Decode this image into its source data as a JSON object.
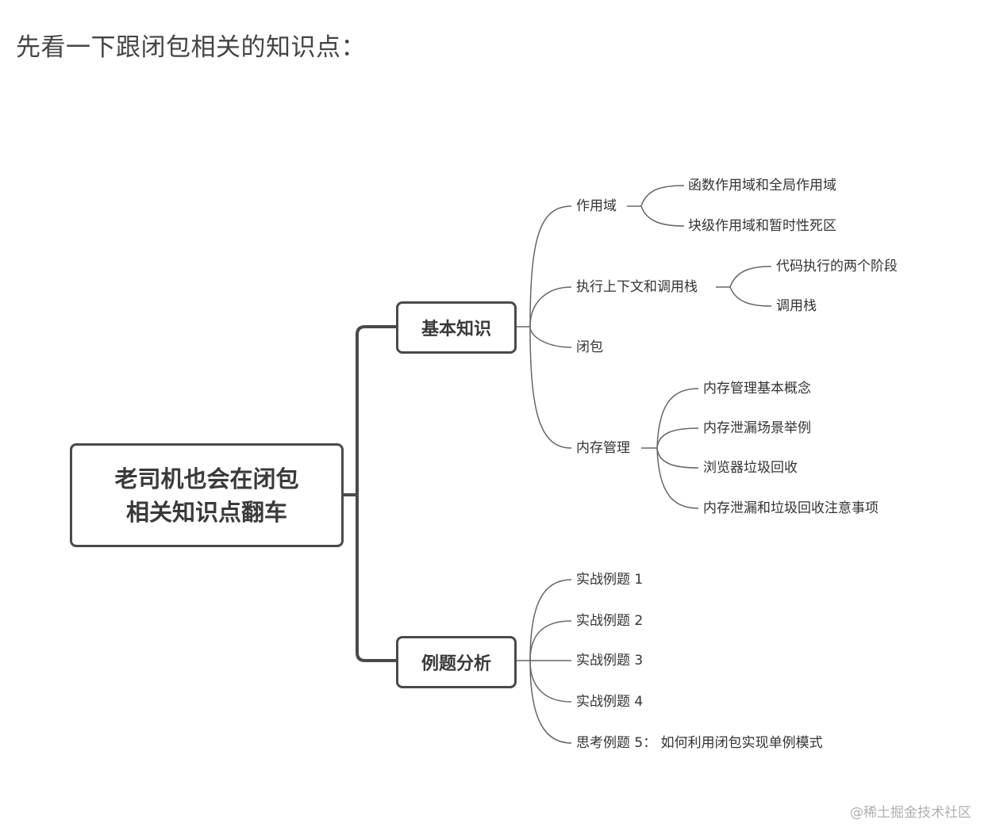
{
  "intro_text": "先看一下跟闭包相关的知识点：",
  "root": {
    "line1": "老司机也会在闭包",
    "line2": "相关知识点翻车"
  },
  "branches": [
    {
      "label": "基本知识",
      "children": [
        {
          "label": "作用域",
          "children": [
            "函数作用域和全局作用域",
            "块级作用域和暂时性死区"
          ]
        },
        {
          "label": "执行上下文和调用栈",
          "children": [
            "代码执行的两个阶段",
            "调用栈"
          ]
        },
        {
          "label": "闭包",
          "children": []
        },
        {
          "label": "内存管理",
          "children": [
            "内存管理基本概念",
            "内存泄漏场景举例",
            "浏览器垃圾回收",
            "内存泄漏和垃圾回收注意事项"
          ]
        }
      ]
    },
    {
      "label": "例题分析",
      "children": [
        {
          "label": "实战例题 1"
        },
        {
          "label": "实战例题 2"
        },
        {
          "label": "实战例题 3"
        },
        {
          "label": "实战例题 4"
        },
        {
          "label": "思考例题 5：  如何利用闭包实现单例模式"
        }
      ]
    }
  ],
  "watermark": "@稀土掘金技术社区",
  "colors": {
    "line": "#4a4a4a",
    "thin_line": "#666666",
    "text": "#333333",
    "watermark": "#b0b0b0"
  }
}
